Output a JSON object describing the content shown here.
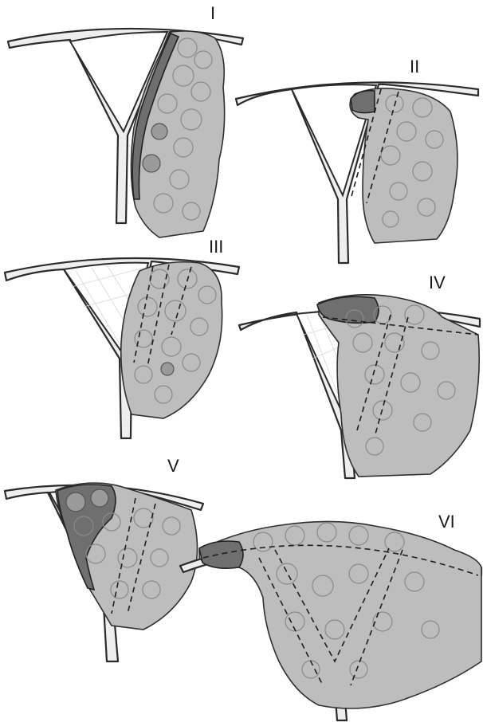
{
  "figure": {
    "panels": [
      {
        "label": "I"
      },
      {
        "label": "II"
      },
      {
        "label": "III"
      },
      {
        "label": "IV"
      },
      {
        "label": "V"
      },
      {
        "label": "VI"
      }
    ]
  }
}
